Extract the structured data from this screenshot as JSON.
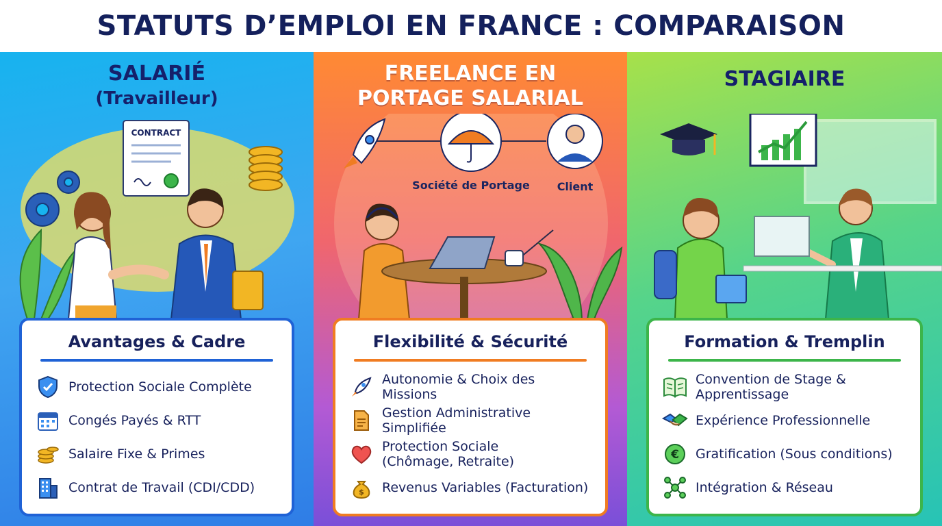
{
  "title": "STATUTS D’EMPLOI EN FRANCE : COMPARAISON",
  "panels": [
    {
      "heading": "SALARIÉ",
      "subheading": "(Travailleur)",
      "illustration_text": {
        "contract": "CONTRACT"
      },
      "card_title": "Avantages & Cadre",
      "items": [
        {
          "icon": "shield-check-icon",
          "label": "Protection Sociale Complète"
        },
        {
          "icon": "calendar-icon",
          "label": "Congés Payés & RTT"
        },
        {
          "icon": "coins-icon",
          "label": "Salaire Fixe & Primes"
        },
        {
          "icon": "building-icon",
          "label": "Contrat de Travail (CDI/CDD)"
        }
      ],
      "accent": "#1f62d6"
    },
    {
      "heading_line1": "FREELANCE EN",
      "heading_line2": "PORTAGE SALARIAL",
      "illustration_text": {
        "company": "Société de Portage",
        "client": "Client"
      },
      "card_title": "Flexibilité & Sécurité",
      "items": [
        {
          "icon": "rocket-icon",
          "label": "Autonomie & Choix des Missions"
        },
        {
          "icon": "document-icon",
          "label": "Gestion Administrative Simplifiée"
        },
        {
          "icon": "heart-icon",
          "label_line1": "Protection Sociale",
          "label_line2": "(Chômage, Retraite)"
        },
        {
          "icon": "money-bag-icon",
          "label": "Revenus Variables (Facturation)"
        }
      ],
      "accent": "#f07c22"
    },
    {
      "heading": "STAGIAIRE",
      "card_title": "Formation & Tremplin",
      "items": [
        {
          "icon": "open-book-icon",
          "label_line1": "Convention de Stage &",
          "label_line2": "Apprentissage"
        },
        {
          "icon": "handshake-icon",
          "label": "Expérience Professionnelle"
        },
        {
          "icon": "euro-coin-icon",
          "label": "Gratification (Sous conditions)"
        },
        {
          "icon": "network-icon",
          "label": "Intégration & Réseau"
        }
      ],
      "accent": "#3cb54a"
    }
  ]
}
